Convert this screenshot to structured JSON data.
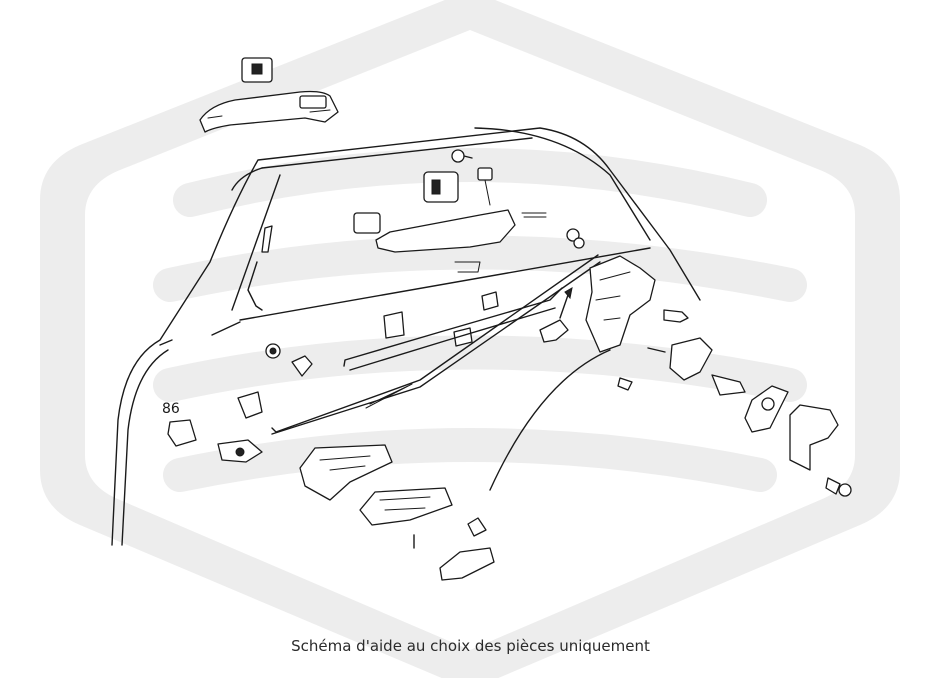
{
  "diagram": {
    "callouts": [
      {
        "id": "86",
        "label": "86"
      }
    ],
    "caption": "Schéma d'aide au choix des pièces uniquement",
    "watermark_color": "#ededed",
    "line_color": "#1a1a1a"
  }
}
